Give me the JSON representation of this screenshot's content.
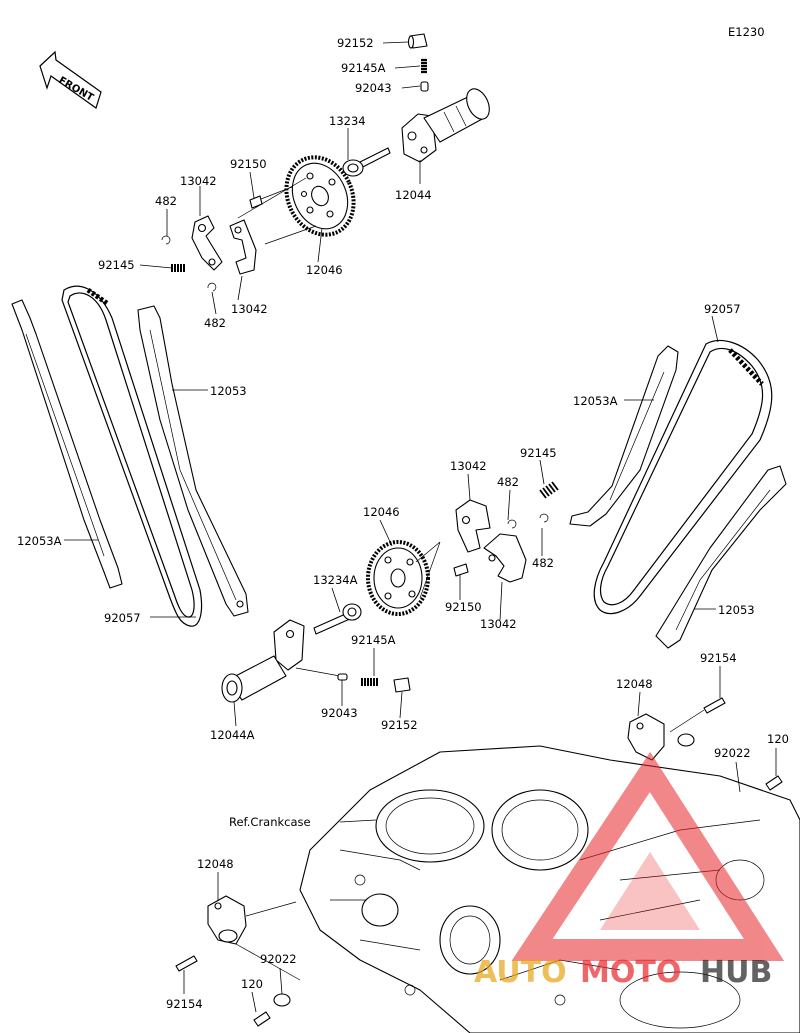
{
  "diagram_code": "E1230",
  "front_arrow_label": "FRONT",
  "watermark": {
    "text_auto": "AUTO",
    "text_moto": "MOTO",
    "text_hub": "HUB",
    "color": "#e8262a"
  },
  "labels": {
    "p92152_top": "92152",
    "p92145A_top": "92145A",
    "p92043_top": "92043",
    "p13234_top": "13234",
    "p12044": "12044",
    "p92150_top": "92150",
    "p13042_top_a": "13042",
    "p482_top_a": "482",
    "p92145_top": "92145",
    "p13042_top_b": "13042",
    "p482_top_b": "482",
    "p12046_top": "12046",
    "p12053_left": "12053",
    "p12053A_left": "12053A",
    "p92057_left": "92057",
    "p92057_right": "92057",
    "p12053A_right": "12053A",
    "p12053_right": "12053",
    "p13042_mid_a": "13042",
    "p92145_mid": "92145",
    "p482_mid_a": "482",
    "p12046_mid": "12046",
    "p482_mid_b": "482",
    "p92150_mid": "92150",
    "p13042_mid_b": "13042",
    "p13234A": "13234A",
    "p92145A_mid": "92145A",
    "p92043_mid": "92043",
    "p92152_mid": "92152",
    "p12044A": "12044A",
    "p92154_right": "92154",
    "p12048_right": "12048",
    "p92022_right": "92022",
    "p120_right": "120",
    "ref_crankcase": "Ref.Crankcase",
    "p12048_left": "12048",
    "p92022_left": "92022",
    "p120_left": "120",
    "p92154_left": "92154"
  }
}
